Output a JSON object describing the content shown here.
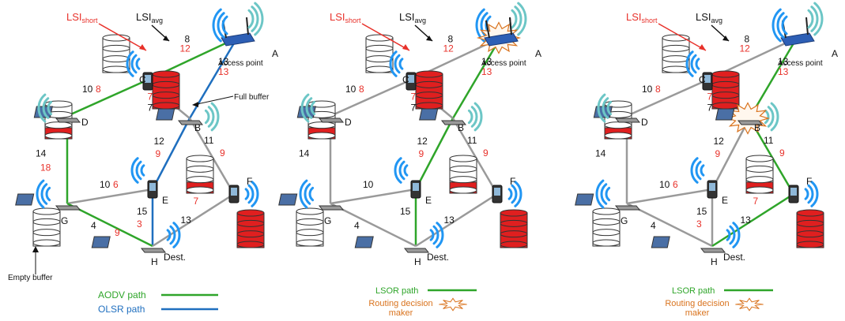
{
  "colors": {
    "red": "#e8312a",
    "black": "#111111",
    "gray": "#8c8c8c",
    "green": "#2fa52a",
    "blue": "#1f6fbf",
    "orange": "#d9731e",
    "wave_dark": "#2196f3",
    "wave_light": "#6cc6c6"
  },
  "legend_labels": {
    "aodv": "AODV path",
    "olsr": "OLSR path",
    "lsor": "LSOR path",
    "decision": "Routing decision maker"
  },
  "callouts": {
    "lsi_short": "LSI",
    "lsi_short_sub": "short",
    "lsi_avg": "LSI",
    "lsi_avg_sub": "avg",
    "access_point": "Access point",
    "full_buffer": "Full buffer",
    "empty_buffer": "Empty buffer",
    "dest": "Dest."
  },
  "nodes": {
    "A": "A",
    "B": "B",
    "C": "C",
    "D": "D",
    "E": "E",
    "F": "F",
    "G": "G",
    "H": "H"
  },
  "panels": [
    {
      "id": "p1",
      "legend": [
        "aodv",
        "olsr"
      ],
      "show_callouts": true,
      "decision_nodes": [],
      "paths": {
        "green": [
          "A-C",
          "C-D",
          "D-G",
          "G-H"
        ],
        "blue": [
          "A-B",
          "B-E",
          "E-H"
        ]
      },
      "edges": [
        {
          "e": "A-C",
          "avg": "8",
          "short": "12"
        },
        {
          "e": "A-B",
          "avg": "13",
          "short": "13"
        },
        {
          "e": "C-D",
          "avg": "10",
          "short": "8"
        },
        {
          "e": "C-B",
          "avg": "7",
          "short": "7"
        },
        {
          "e": "D-G",
          "avg": "14",
          "short": "18"
        },
        {
          "e": "B-E",
          "avg": "12",
          "short": "9"
        },
        {
          "e": "B-F",
          "avg": "11",
          "short": "9"
        },
        {
          "e": "G-E",
          "avg": "10",
          "short": "6"
        },
        {
          "e": "E-H",
          "avg": "15",
          "short": "3"
        },
        {
          "e": "G-H",
          "avg": "4",
          "short": "9"
        },
        {
          "e": "H-F",
          "avg": "13",
          "short": "7"
        }
      ]
    },
    {
      "id": "p2",
      "legend": [
        "lsor",
        "decision"
      ],
      "show_callouts": false,
      "decision_nodes": [
        "A"
      ],
      "paths": {
        "green": [
          "A-B",
          "B-E",
          "E-H"
        ],
        "blue": []
      },
      "edges": [
        {
          "e": "A-C",
          "avg": "8",
          "short": "12"
        },
        {
          "e": "A-B",
          "avg": "13",
          "short": "13"
        },
        {
          "e": "C-D",
          "avg": "10",
          "short": "8"
        },
        {
          "e": "C-B",
          "avg": "7",
          "short": "7"
        },
        {
          "e": "D-G",
          "avg": "14",
          "short": ""
        },
        {
          "e": "B-E",
          "avg": "12",
          "short": "9"
        },
        {
          "e": "B-F",
          "avg": "11",
          "short": "9"
        },
        {
          "e": "G-E",
          "avg": "10",
          "short": ""
        },
        {
          "e": "E-H",
          "avg": "15",
          "short": ""
        },
        {
          "e": "G-H",
          "avg": "4",
          "short": ""
        },
        {
          "e": "H-F",
          "avg": "13",
          "short": ""
        }
      ]
    },
    {
      "id": "p3",
      "legend": [
        "lsor",
        "decision"
      ],
      "show_callouts": false,
      "decision_nodes": [
        "B"
      ],
      "paths": {
        "green": [
          "A-B",
          "B-F",
          "H-F"
        ],
        "blue": []
      },
      "edges": [
        {
          "e": "A-C",
          "avg": "8",
          "short": "12"
        },
        {
          "e": "A-B",
          "avg": "13",
          "short": "13"
        },
        {
          "e": "C-D",
          "avg": "10",
          "short": "8"
        },
        {
          "e": "C-B",
          "avg": "7",
          "short": "7"
        },
        {
          "e": "D-G",
          "avg": "14",
          "short": ""
        },
        {
          "e": "B-E",
          "avg": "12",
          "short": "9"
        },
        {
          "e": "B-F",
          "avg": "11",
          "short": "9"
        },
        {
          "e": "G-E",
          "avg": "10",
          "short": "6"
        },
        {
          "e": "E-H",
          "avg": "15",
          "short": "3"
        },
        {
          "e": "G-H",
          "avg": "4",
          "short": ""
        },
        {
          "e": "H-F",
          "avg": "13",
          "short": "7"
        }
      ]
    }
  ]
}
